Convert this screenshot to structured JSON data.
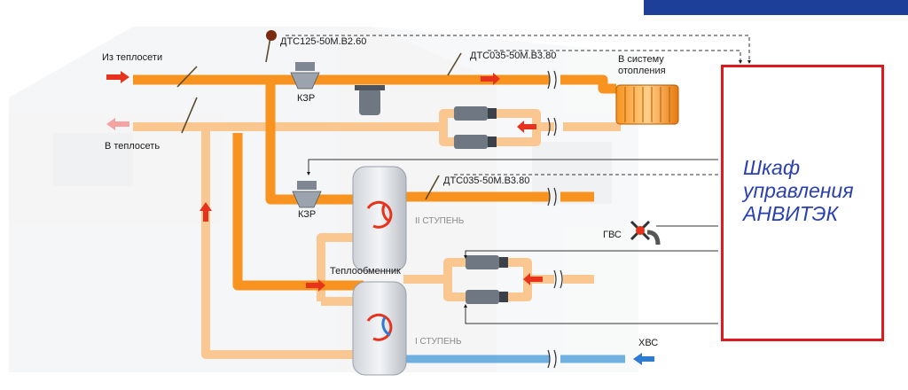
{
  "labels": {
    "from_network": "Из теплосети",
    "to_network": "В теплосеть",
    "sensor_top": "ДТС125-50М.В2.60",
    "sensor_mid": "ДТС035-50М.В3.80",
    "sensor_low": "ДТС035-50М.В3.80",
    "valve_top": "КЗР",
    "valve_low": "КЗР",
    "heating_system_line1": "В систему",
    "heating_system_line2": "отопления",
    "hot_water": "ГВС",
    "cold_water": "ХВС",
    "heat_exchanger": "Теплообменник",
    "stage_two": "II СТУПЕНЬ",
    "stage_one": "I СТУПЕНЬ"
  },
  "cabinet": {
    "line1": "Шкаф",
    "line2": "управления",
    "line3": "АНВИТЭК"
  },
  "colors": {
    "supply_pipe": "#f7931e",
    "return_pipe": "#fbc790",
    "cold_pipe": "#6fb0e0",
    "arrow_red": "#e8331c",
    "arrow_blue": "#2f7bd0",
    "cabinet_border": "#e0191f",
    "cabinet_text": "#2a3fb0",
    "banner": "#1d3f9a"
  }
}
